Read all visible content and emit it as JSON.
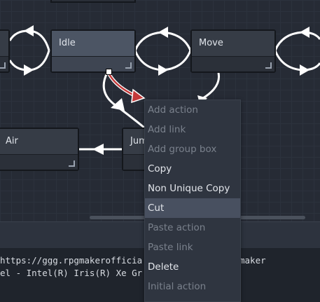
{
  "nodes": {
    "idle": "Idle",
    "move": "Move",
    "air": "Air",
    "jump": "Jum"
  },
  "context_menu": {
    "items": [
      {
        "label": "Add action",
        "enabled": false
      },
      {
        "label": "Add link",
        "enabled": false
      },
      {
        "label": "Add group box",
        "enabled": false
      },
      {
        "label": "Copy",
        "enabled": true
      },
      {
        "label": "Non Unique Copy",
        "enabled": true
      },
      {
        "label": "Cut",
        "enabled": true,
        "hovered": true
      },
      {
        "label": "Paste action",
        "enabled": false
      },
      {
        "label": "Paste link",
        "enabled": false
      },
      {
        "label": "Delete",
        "enabled": true
      },
      {
        "label": "Initial action",
        "enabled": false
      }
    ]
  },
  "log": {
    "line1_left": "https://ggg.rpgmakerofficia",
    "line1_right": "maker",
    "line2_left": "el - Intel(R) Iris(R) Xe Gr"
  },
  "colors": {
    "link_selected": "#c43a3a",
    "link_default": "#ffffff",
    "menu_hover": "#485060"
  },
  "icons": [
    "arrowhead-icon",
    "resize-corner-icon"
  ]
}
